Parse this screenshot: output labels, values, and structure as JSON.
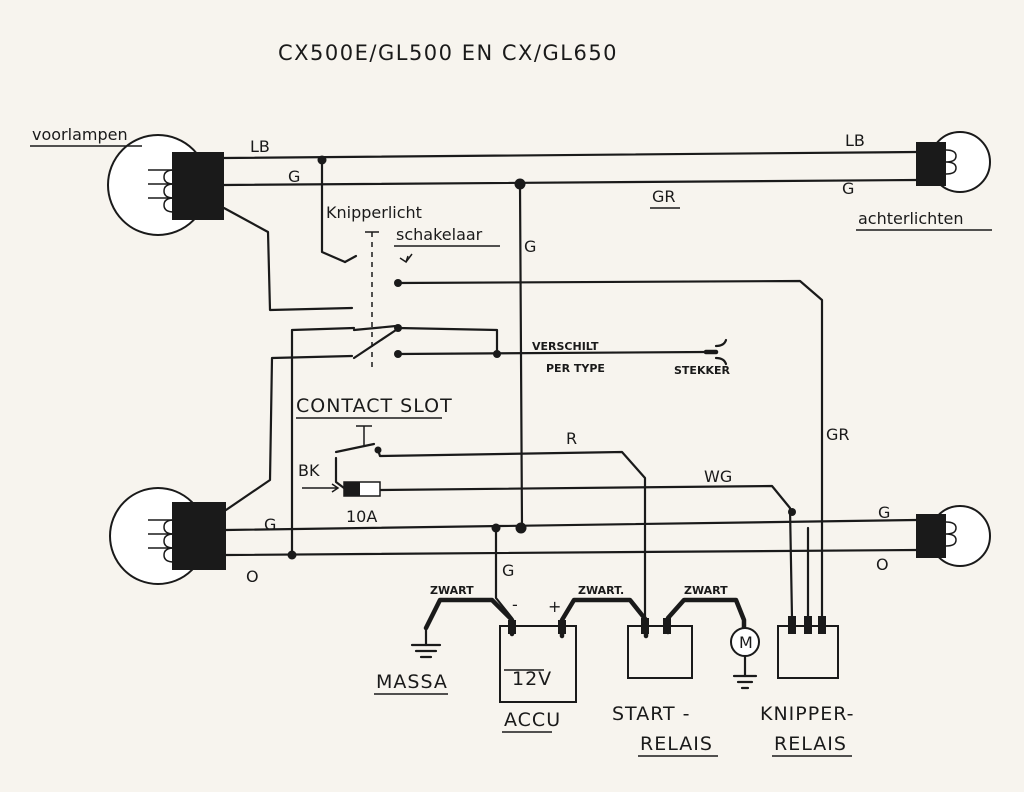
{
  "title": "CX500E/GL500 EN CX/GL650",
  "labels": {
    "voorlampen": "voorlampen",
    "achterlichten": "achterlichten",
    "lb_left": "LB",
    "lb_right": "LB",
    "g_front_top": "G",
    "g_rear_top": "G",
    "gr_top": "GR",
    "switch_line1": "Knipperlicht",
    "switch_line2": "schakelaar",
    "g_vertical": "G",
    "verschilt": "VERSCHILT",
    "per_type": "PER TYPE",
    "stekker": "STEKKER",
    "contact_slot": "CONTACT SLOT",
    "r": "R",
    "gr_right": "GR",
    "bk": "BK",
    "wg": "WG",
    "fuse": "10A",
    "g_front_bot": "G",
    "g_rear_bot": "G",
    "o_left": "O",
    "o_right": "O",
    "g_accu": "G",
    "zwart1": "ZWART",
    "zwart2": "ZWART.",
    "zwart3": "ZWART",
    "minus": "-",
    "plus": "+",
    "battery": "12V",
    "motor": "M",
    "massa": "MASSA",
    "accu": "ACCU",
    "start1": "START -",
    "start2": "RELAIS",
    "knipper1": "KNIPPER-",
    "knipper2": "RELAIS"
  }
}
